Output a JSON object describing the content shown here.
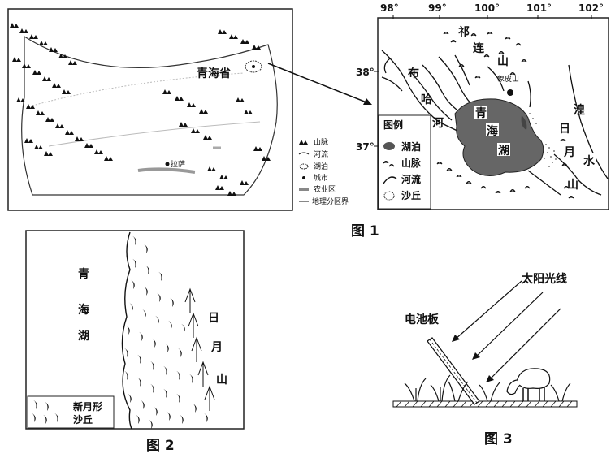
{
  "figure1": {
    "caption": "图 1",
    "overview_map": {
      "province_label": "青海省",
      "city_label": "拉萨",
      "legend": [
        {
          "symbol": "mountain",
          "label": "山脉"
        },
        {
          "symbol": "river",
          "label": "河流"
        },
        {
          "symbol": "lake",
          "label": "湖泊"
        },
        {
          "symbol": "city",
          "label": "城市"
        },
        {
          "symbol": "farmland",
          "label": "农业区"
        },
        {
          "symbol": "boundary",
          "label": "地理分区界"
        }
      ]
    },
    "detail_map": {
      "longitudes": [
        "98°",
        "99°",
        "100°",
        "101°",
        "102°"
      ],
      "latitudes": [
        "38°",
        "37°"
      ],
      "labels": {
        "qilian": [
          "祁",
          "连",
          "山"
        ],
        "buha": [
          "布",
          "哈",
          "河"
        ],
        "lake": [
          "青",
          "海",
          "湖"
        ],
        "riyue": [
          "日",
          "月",
          "山"
        ],
        "huangshui": [
          "湟",
          "水"
        ],
        "xiangpi": "象皮山"
      },
      "legend_title": "图例",
      "legend": [
        {
          "symbol": "lake",
          "label": "湖泊"
        },
        {
          "symbol": "mountain",
          "label": "山脉"
        },
        {
          "symbol": "river",
          "label": "河流"
        },
        {
          "symbol": "dune",
          "label": "沙丘"
        }
      ]
    }
  },
  "figure2": {
    "caption": "图 2",
    "lake_label": [
      "青",
      "海",
      "湖"
    ],
    "mountain_label": [
      "日",
      "月",
      "山"
    ],
    "legend_label": [
      "新月形",
      "沙丘"
    ]
  },
  "figure3": {
    "caption": "图 3",
    "sunlight_label": "太阳光线",
    "panel_label": "电池板"
  }
}
